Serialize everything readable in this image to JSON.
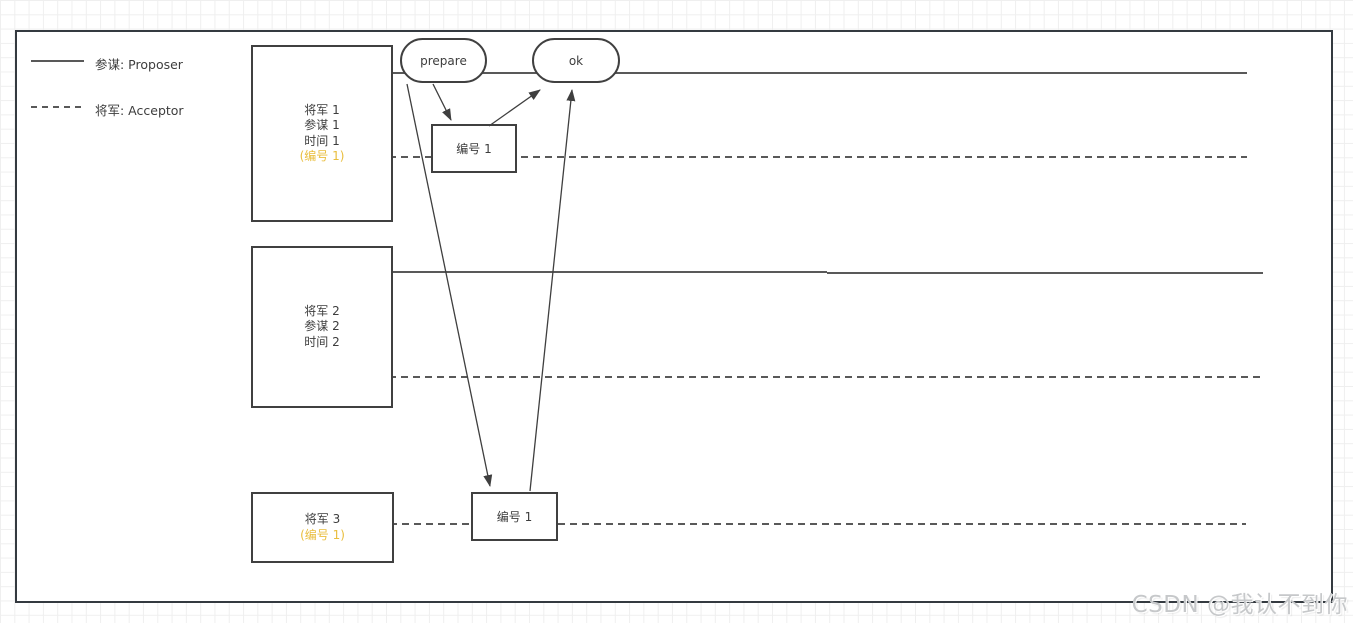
{
  "diagram": {
    "legend": {
      "proposer_label": "参谋: Proposer",
      "acceptor_label": "将军: Acceptor"
    },
    "generals": {
      "general1": {
        "lines": [
          "将军 1",
          "参谋 1",
          "时间 1"
        ],
        "tag": "(编号 1)"
      },
      "general2": {
        "lines": [
          "将军 2",
          "参谋 2",
          "时间 2"
        ]
      },
      "general3": {
        "lines": [
          "将军 3"
        ],
        "tag": "(编号 1)"
      }
    },
    "messages": {
      "prepare": "prepare",
      "ok": "ok",
      "proposal_top": "编号 1",
      "proposal_bottom": "编号 1"
    },
    "colors": {
      "highlight_yellow": "#E9BE3E",
      "timeline_gray": "#595959",
      "shape_border": "#404040"
    }
  },
  "watermark": "CSDN @我认不到你"
}
